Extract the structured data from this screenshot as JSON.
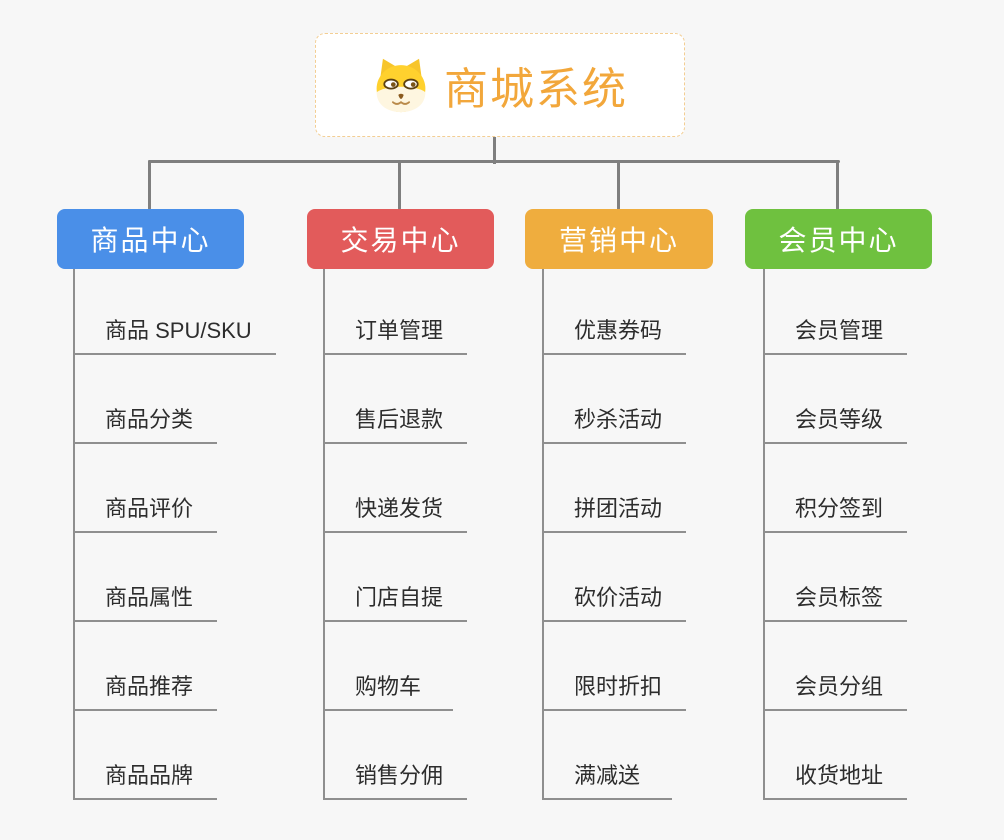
{
  "background_color": "#F7F7F7",
  "connector_color": "#7F7F7F",
  "root": {
    "title": "商城系统",
    "icon": "dog-face-icon",
    "title_color": "#F2A73B",
    "border_color": "#F3CE93"
  },
  "columns": [
    {
      "label": "商品中心",
      "color": "#4A8FE8",
      "items": [
        "商品 SPU/SKU",
        "商品分类",
        "商品评价",
        "商品属性",
        "商品推荐",
        "商品品牌"
      ]
    },
    {
      "label": "交易中心",
      "color": "#E25B5B",
      "items": [
        "订单管理",
        "售后退款",
        "快递发货",
        "门店自提",
        "购物车",
        "销售分佣"
      ]
    },
    {
      "label": "营销中心",
      "color": "#EFAD3E",
      "items": [
        "优惠券码",
        "秒杀活动",
        "拼团活动",
        "砍价活动",
        "限时折扣",
        "满减送"
      ]
    },
    {
      "label": "会员中心",
      "color": "#6FC13F",
      "items": [
        "会员管理",
        "会员等级",
        "积分签到",
        "会员标签",
        "会员分组",
        "收货地址"
      ]
    }
  ]
}
